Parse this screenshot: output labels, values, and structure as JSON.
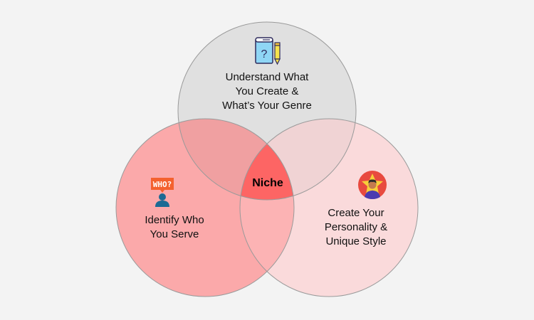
{
  "diagram": {
    "type": "venn-3",
    "background": "#f3f3f3",
    "circles": [
      {
        "id": "top",
        "lines": [
          "Understand What",
          "You Create &",
          "What’s Your Genre"
        ],
        "icon": "book-pencil-icon",
        "fill": "#e0e0e0"
      },
      {
        "id": "left",
        "lines": [
          "Identify Who",
          "You Serve"
        ],
        "icon": "who-person-icon",
        "icon_text": "WHO?",
        "fill": "#fba9aa"
      },
      {
        "id": "right",
        "lines": [
          "Create Your",
          "Personality &",
          "Unique Style"
        ],
        "icon": "star-person-icon",
        "fill": "#fadadb"
      }
    ],
    "center": {
      "label": "Niche",
      "fill": "#fd6564"
    }
  }
}
